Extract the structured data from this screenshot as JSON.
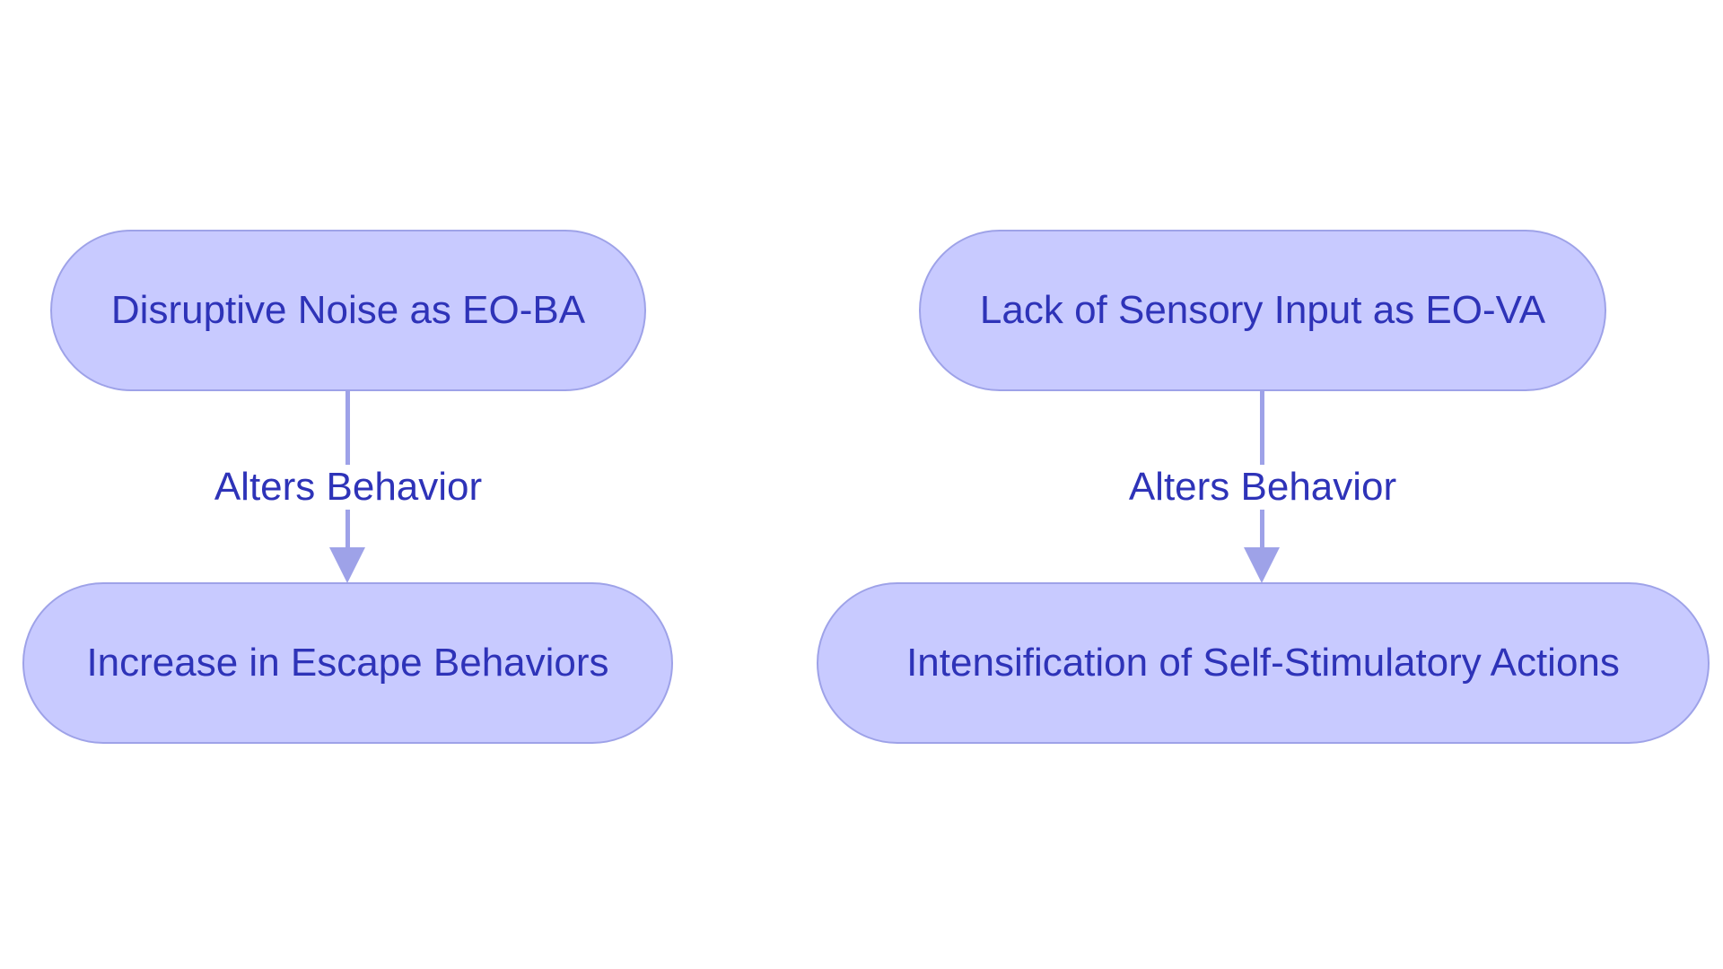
{
  "nodes": {
    "left_top": "Disruptive Noise as EO-BA",
    "left_bottom": "Increase in Escape Behaviors",
    "right_top": "Lack of Sensory Input as EO-VA",
    "right_bottom": "Intensification of Self-Stimulatory Actions"
  },
  "edges": {
    "left": "Alters Behavior",
    "right": "Alters Behavior"
  },
  "colors": {
    "node_fill": "#c8caff",
    "node_border": "#9ea2e8",
    "text": "#2e33b8",
    "edge": "#9ea2e8"
  }
}
